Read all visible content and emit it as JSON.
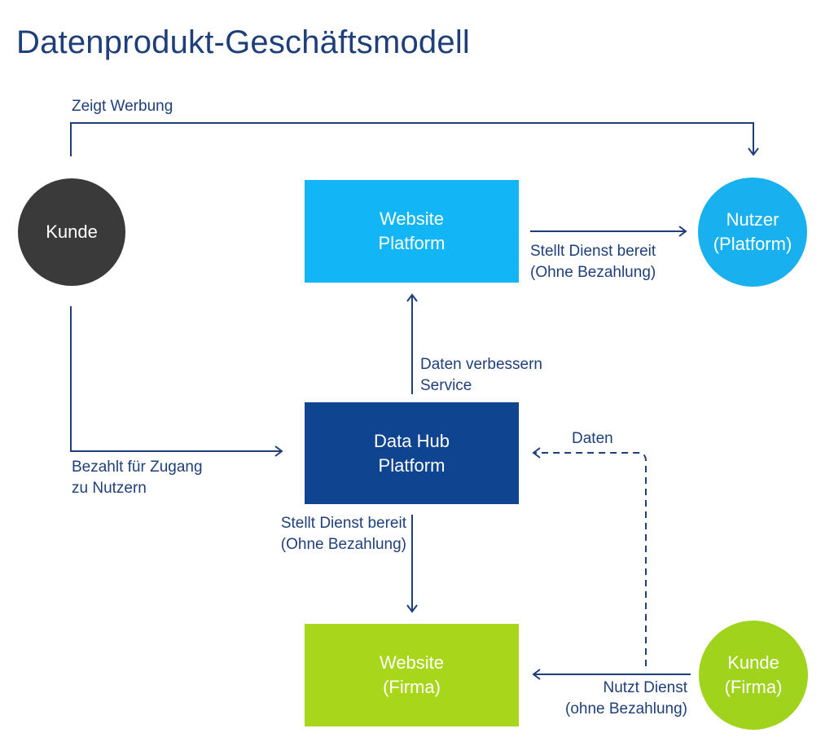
{
  "title": "Datenprodukt-Geschäftsmodell",
  "colors": {
    "line": "#1f3f7a",
    "kunde": "#3a3a3a",
    "website_platform": "#12b5f5",
    "nutzer_platform": "#18b0ee",
    "data_hub": "#0f4490",
    "website_firma": "#a8d61a",
    "kunde_firma": "#9fd31c"
  },
  "nodes": {
    "kunde": {
      "line1": "Kunde"
    },
    "website_platform": {
      "line1": "Website",
      "line2": "Platform"
    },
    "nutzer_platform": {
      "line1": "Nutzer",
      "line2": "(Platform)"
    },
    "data_hub": {
      "line1": "Data Hub",
      "line2": "Platform"
    },
    "website_firma": {
      "line1": "Website",
      "line2": "(Firma)"
    },
    "kunde_firma": {
      "line1": "Kunde",
      "line2": "(Firma)"
    }
  },
  "edges": {
    "zeigt_werbung": {
      "line1": "Zeigt Werbung"
    },
    "stellt_dienst_top": {
      "line1": "Stellt Dienst bereit",
      "line2": "(Ohne Bezahlung)"
    },
    "daten_verbessern": {
      "line1": "Daten verbessern",
      "line2": "Service"
    },
    "bezahlt": {
      "line1": "Bezahlt für Zugang",
      "line2": "zu Nutzern"
    },
    "daten": {
      "line1": "Daten"
    },
    "stellt_dienst_bottom": {
      "line1": "Stellt Dienst bereit",
      "line2": "(Ohne Bezahlung)"
    },
    "nutzt_dienst": {
      "line1": "Nutzt Dienst",
      "line2": "(ohne Bezahlung)"
    }
  }
}
